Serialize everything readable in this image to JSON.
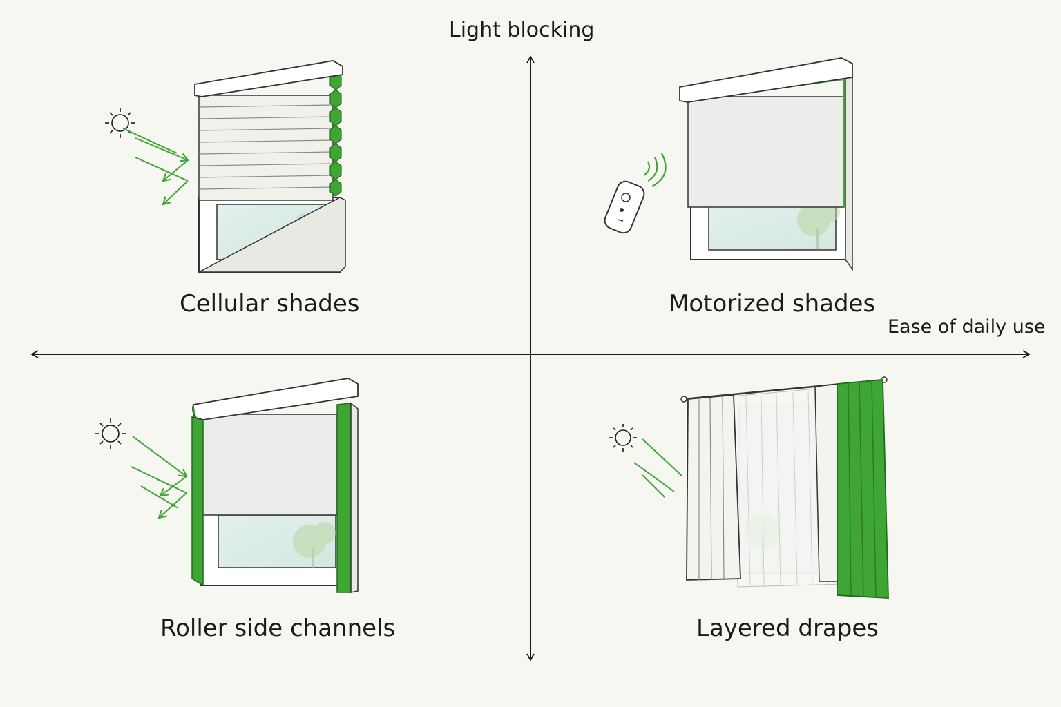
{
  "axes": {
    "vertical_label": "Light blocking",
    "horizontal_label": "Ease of daily use"
  },
  "quadrants": [
    {
      "id": "top-left",
      "label": "Cellular shades",
      "illustration": "cellular-shade-window"
    },
    {
      "id": "top-right",
      "label": "Motorized shades",
      "illustration": "motorized-roller-shade-with-remote"
    },
    {
      "id": "bottom-left",
      "label": "Roller side channels",
      "illustration": "roller-shade-with-side-channels"
    },
    {
      "id": "bottom-right",
      "label": "Layered drapes",
      "illustration": "sheer-and-blackout-drapes"
    }
  ],
  "colors": {
    "background": "#f7f7f2",
    "accent_green": "#3fa535",
    "ink": "#1a1a1a"
  }
}
